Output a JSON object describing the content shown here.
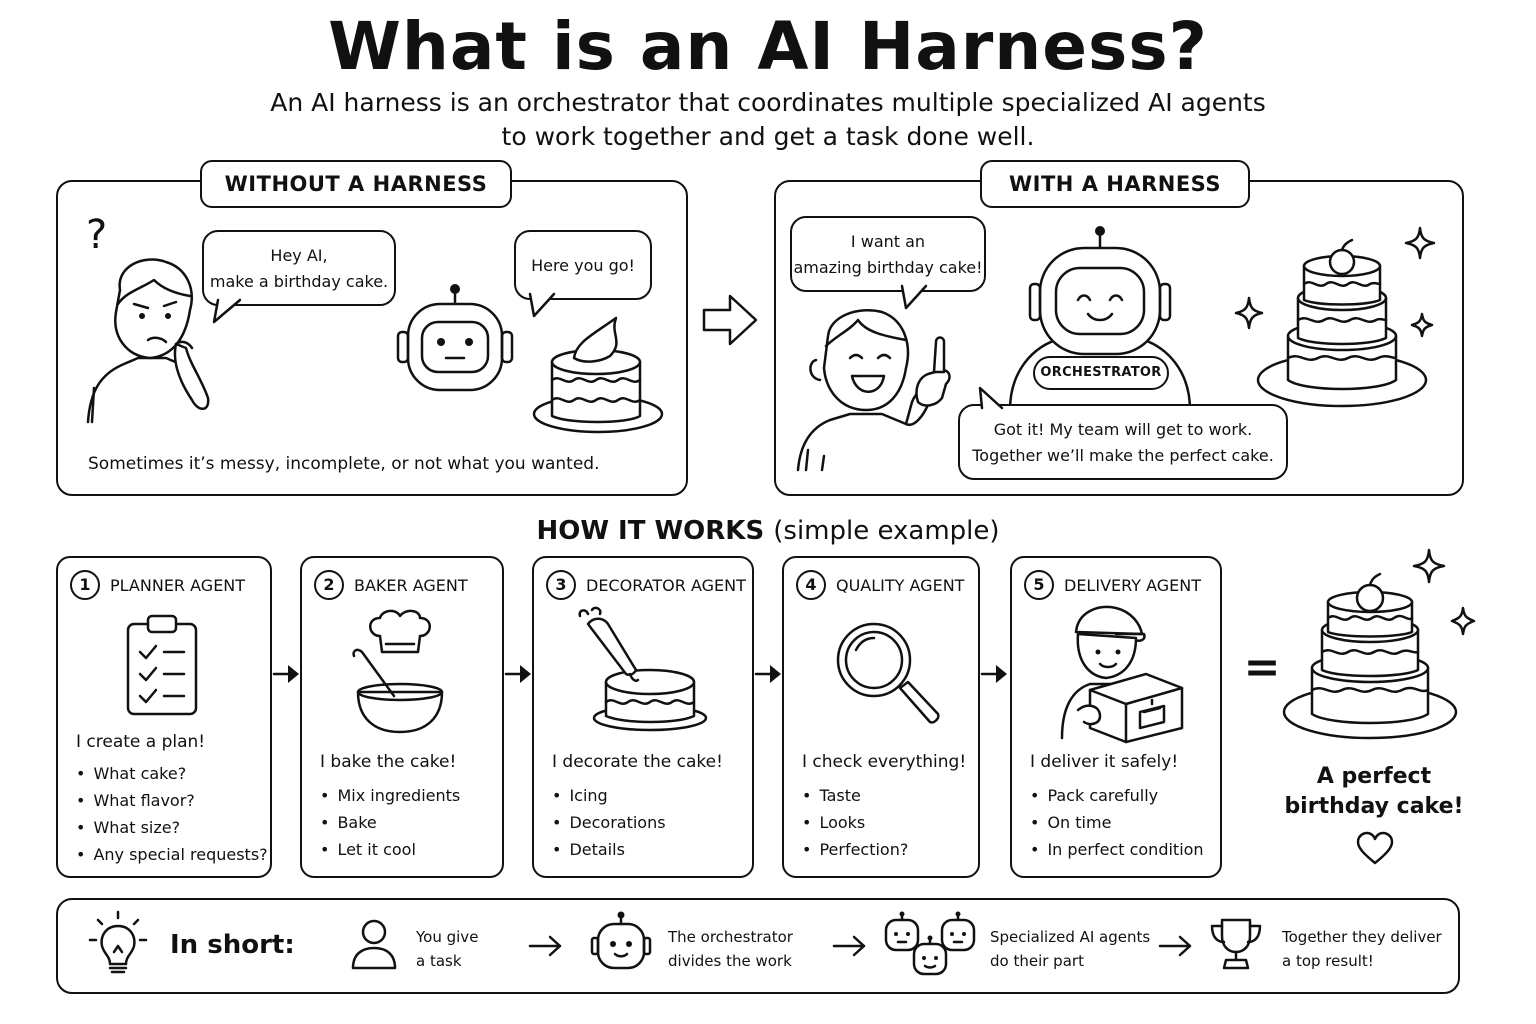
{
  "title": "What is an AI Harness?",
  "subtitle": {
    "line1": "An AI harness is an orchestrator that coordinates multiple specialized AI agents",
    "line2": "to work together and get a task done well."
  },
  "without": {
    "label": "WITHOUT A HARNESS",
    "question_mark": "?",
    "user_bubble": [
      "Hey AI,",
      "make a birthday cake."
    ],
    "ai_bubble": "Here you go!",
    "caption": "Sometimes it’s messy, incomplete, or not what you wanted."
  },
  "with": {
    "label": "WITH A HARNESS",
    "user_bubble": [
      "I want an",
      "amazing birthday cake!"
    ],
    "orchestrator_label": "ORCHESTRATOR",
    "ai_bubble": [
      "Got it! My team will get to work.",
      "Together we’ll make the perfect cake."
    ]
  },
  "how_it_works": {
    "title": "HOW IT WORKS",
    "title_note": "(simple example)",
    "agents": [
      {
        "num": "1",
        "name": "PLANNER AGENT",
        "icon": "clipboard-checklist-icon",
        "lead": "I create a plan!",
        "bullets": [
          "What cake?",
          "What flavor?",
          "What size?",
          "Any special requests?"
        ]
      },
      {
        "num": "2",
        "name": "BAKER AGENT",
        "icon": "mixing-bowl-icon",
        "lead": "I bake the cake!",
        "bullets": [
          "Mix ingredients",
          "Bake",
          "Let it cool"
        ]
      },
      {
        "num": "3",
        "name": "DECORATOR AGENT",
        "icon": "piping-bag-icon",
        "lead": "I decorate the cake!",
        "bullets": [
          "Icing",
          "Decorations",
          "Details"
        ]
      },
      {
        "num": "4",
        "name": "QUALITY AGENT",
        "icon": "magnifying-glass-icon",
        "lead": "I check everything!",
        "bullets": [
          "Taste",
          "Looks",
          "Perfection?"
        ]
      },
      {
        "num": "5",
        "name": "DELIVERY AGENT",
        "icon": "delivery-person-icon",
        "lead": "I deliver it safely!",
        "bullets": [
          "Pack carefully",
          "On time",
          "In perfect condition"
        ]
      }
    ],
    "equals": "=",
    "result": [
      "A perfect",
      "birthday cake!"
    ]
  },
  "in_short": {
    "label": "In short:",
    "steps": [
      {
        "icon": "person-icon",
        "text": [
          "You give",
          "a task"
        ]
      },
      {
        "icon": "robot-icon",
        "text": [
          "The orchestrator",
          "divides the work"
        ]
      },
      {
        "icon": "robot-group-icon",
        "text": [
          "Specialized AI agents",
          "do their part"
        ]
      },
      {
        "icon": "trophy-icon",
        "text": [
          "Together they deliver",
          "a top result!"
        ]
      }
    ]
  }
}
